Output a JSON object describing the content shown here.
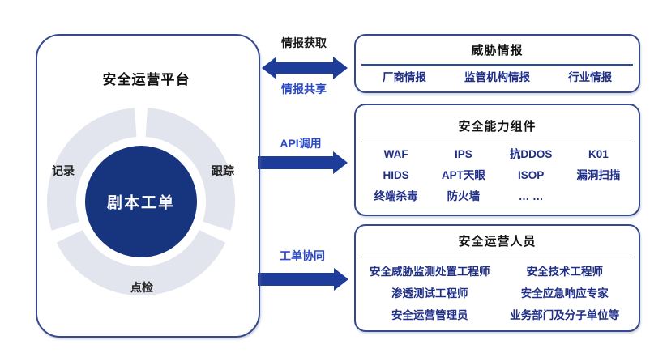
{
  "platform": {
    "title": "安全运营平台",
    "center_label": "剧本工单",
    "ring": {
      "left": "记录",
      "right": "跟踪",
      "bottom": "点检"
    }
  },
  "connectors": {
    "intel": {
      "top_label": "情报获取",
      "bottom_label": "情报共享"
    },
    "api": {
      "label": "API调用"
    },
    "ticket": {
      "label": "工单协同"
    }
  },
  "boxes": {
    "threat_intel": {
      "title": "威胁情报",
      "items": [
        "厂商情报",
        "监管机构情报",
        "行业情报"
      ]
    },
    "capabilities": {
      "title": "安全能力组件",
      "items": [
        "WAF",
        "IPS",
        "抗DDOS",
        "K01",
        "HIDS",
        "APT天眼",
        "ISOP",
        "漏洞扫描",
        "终端杀毒",
        "防火墙",
        "… …"
      ]
    },
    "personnel": {
      "title": "安全运营人员",
      "items": [
        "安全威胁监测处置工程师",
        "安全技术工程师",
        "渗透测试工程师",
        "安全应急响应专家",
        "安全运营管理员",
        "业务部门及分子单位等"
      ]
    }
  },
  "colors": {
    "core_circle": "#17347E",
    "ring": "#E2E4EE",
    "arrow": "#1E3C99",
    "item_text": "#1F2E87",
    "bright_blue_label": "#2C49C7",
    "border": "#36498F",
    "divider_blue": "#2B4AA6",
    "divider_gray": "#4A4A4A"
  }
}
